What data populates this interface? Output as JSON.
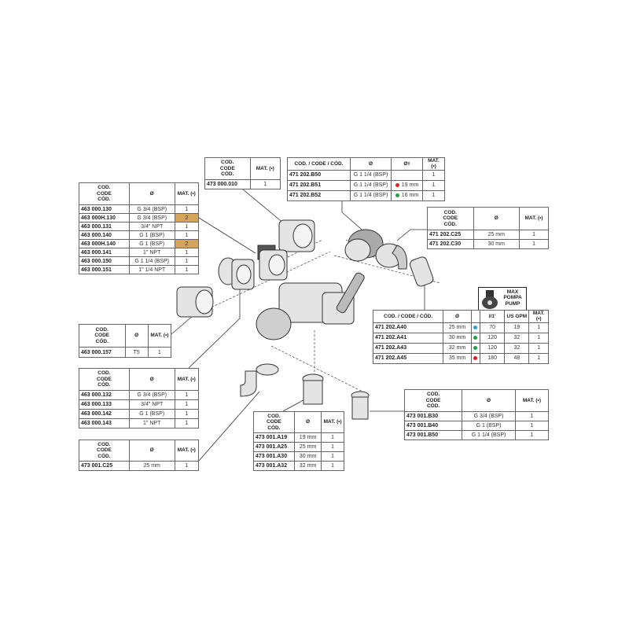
{
  "highlight_color": "#d4a55a",
  "pump_header": "MAX\nPOMPA\nPUMP",
  "tables": [
    {
      "name": "table-463-000-flanges",
      "headers": [
        "COD.\nCODE\nCÓD.",
        "Ø",
        "MAT. (•)"
      ],
      "rows": [
        [
          "463 000.130",
          "G 3/4 (BSP)",
          "1"
        ],
        [
          "463 000H.130",
          "G 3/4 (BSP)",
          "2"
        ],
        [
          "463 000.131",
          "3/4\" NPT",
          "1"
        ],
        [
          "463 000.140",
          "G 1 (BSP)",
          "1"
        ],
        [
          "463 000H.140",
          "G 1 (BSP)",
          "2"
        ],
        [
          "463 000.141",
          "1\" NPT",
          "1"
        ],
        [
          "463 000.150",
          "G 1 1/4 (BSP)",
          "1"
        ],
        [
          "463 000.151",
          "1\" 1/4 NPT",
          "1"
        ]
      ],
      "highlight_rows": [
        1,
        4
      ]
    },
    {
      "name": "table-473-000-010",
      "headers": [
        "COD.\nCODE\nCÓD.",
        "MAT. (•)"
      ],
      "rows": [
        [
          "473 000.010",
          "1"
        ]
      ]
    },
    {
      "name": "table-471-202-b",
      "headers": [
        "COD. / CODE / CÓD.",
        "Ø",
        "Øт",
        "MAT. (•)"
      ],
      "rows": [
        [
          "471 202.B50",
          "G 1 1/4 (BSP)",
          "",
          "1"
        ],
        [
          "471 202.B51",
          "G 1 1/4 (BSP)",
          "19 mm",
          "1"
        ],
        [
          "471 202.B52",
          "G 1 1/4 (BSP)",
          "16 mm",
          "1"
        ]
      ],
      "dot_col": 2,
      "row_dots": [
        null,
        "#e02020",
        "#20a040"
      ]
    },
    {
      "name": "table-471-202-c",
      "headers": [
        "COD.\nCODE\nCÓD.",
        "Ø",
        "MAT. (•)"
      ],
      "rows": [
        [
          "471 202.C25",
          "25 mm",
          "1"
        ],
        [
          "471 202.C30",
          "30 mm",
          "1"
        ]
      ]
    },
    {
      "name": "table-471-202-a-pump",
      "headers": [
        "COD. / CODE / CÓD.",
        "Ø",
        "",
        "l/1'",
        "US GPM",
        "MAT. (•)"
      ],
      "rows": [
        [
          "471 202.A40",
          "25 mm",
          "",
          "70",
          "19",
          "1"
        ],
        [
          "471 202.A41",
          "30 mm",
          "",
          "120",
          "32",
          "1"
        ],
        [
          "471 202.A43",
          "32 mm",
          "",
          "120",
          "32",
          "1"
        ],
        [
          "471 202.A45",
          "35 mm",
          "",
          "180",
          "48",
          "1"
        ]
      ],
      "dot_col": 2,
      "row_dots": [
        "#2aa0e0",
        "#20a040",
        "#20a040",
        "#e02020"
      ]
    },
    {
      "name": "table-463-000-157",
      "headers": [
        "COD.\nCODE\nCÓD.",
        "Ø",
        "MAT. (•)"
      ],
      "rows": [
        [
          "463 000.157",
          "T5",
          "1"
        ]
      ]
    },
    {
      "name": "table-463-000-elbows",
      "headers": [
        "COD.\nCODE\nCÓD.",
        "Ø",
        "MAT. (•)"
      ],
      "rows": [
        [
          "463 000.132",
          "G 3/4 (BSP)",
          "1"
        ],
        [
          "463 000.133",
          "3/4\" NPT",
          "1"
        ],
        [
          "463 000.142",
          "G 1 (BSP)",
          "1"
        ],
        [
          "463 000.143",
          "1\" NPT",
          "1"
        ]
      ]
    },
    {
      "name": "table-473-001-c25",
      "headers": [
        "COD.\nCODE\nCÓD.",
        "Ø",
        "MAT. (•)"
      ],
      "rows": [
        [
          "473 001.C25",
          "25 mm",
          "1"
        ]
      ]
    },
    {
      "name": "table-473-001-a",
      "headers": [
        "COD.\nCODE\nCÓD.",
        "Ø",
        "MAT. (•)"
      ],
      "rows": [
        [
          "473 001.A19",
          "19 mm",
          "1"
        ],
        [
          "473 001.A25",
          "25 mm",
          "1"
        ],
        [
          "473 001.A30",
          "30 mm",
          "1"
        ],
        [
          "473 001.A32",
          "32 mm",
          "1"
        ]
      ]
    },
    {
      "name": "table-473-001-b",
      "headers": [
        "COD.\nCODE\nCÓD.",
        "Ø",
        "MAT. (•)"
      ],
      "rows": [
        [
          "473 001.B30",
          "G 3/4 (BSP)",
          "1"
        ],
        [
          "473 001.B40",
          "G 1 (BSP)",
          "1"
        ],
        [
          "473 001.B50",
          "G 1 1/4 (BSP)",
          "1"
        ]
      ]
    }
  ]
}
